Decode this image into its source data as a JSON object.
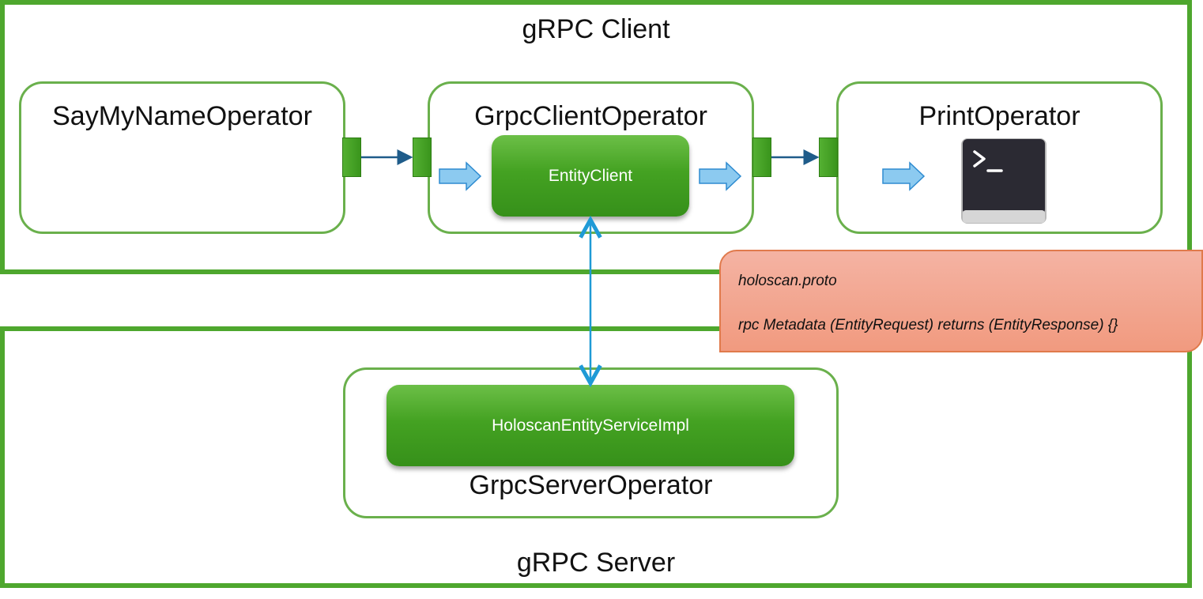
{
  "client": {
    "title": "gRPC Client",
    "operators": {
      "say_my_name": "SayMyNameOperator",
      "grpc_client": "GrpcClientOperator",
      "print": "PrintOperator"
    },
    "entity_client": "EntityClient"
  },
  "server": {
    "title": "gRPC Server",
    "operator": "GrpcServerOperator",
    "service_impl": "HoloscanEntityServiceImpl"
  },
  "note": {
    "file": "holoscan.proto",
    "rpc": "rpc Metadata (EntityRequest) returns (EntityResponse) {}"
  },
  "colors": {
    "region_border": "#4ea72e",
    "operator_border": "#6ab04c",
    "green_block": "#44a222",
    "arrow_fill": "#8ccaf0",
    "arrow_stroke": "#2e8bd0",
    "connector": "#1f5c8a",
    "note_fill": "#f19a7f"
  },
  "icons": [
    "terminal-icon",
    "flow-arrow-icon"
  ]
}
